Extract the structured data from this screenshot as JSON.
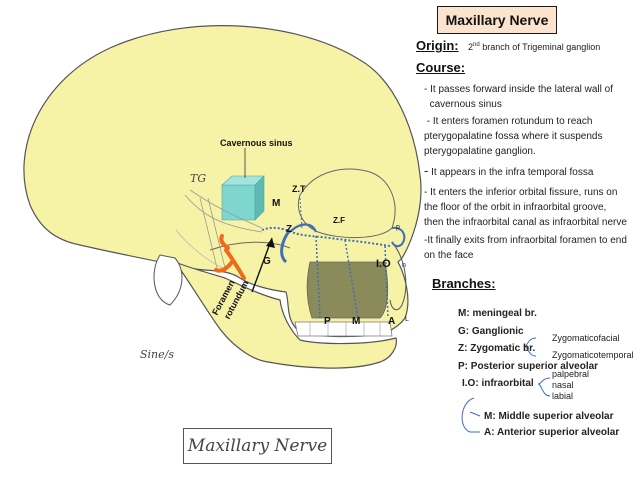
{
  "title": "Maxillary Nerve",
  "origin": {
    "label": "Origin:",
    "sup": "nd",
    "num": "2",
    "text": " branch of Trigeminal ganglion"
  },
  "course": {
    "label": "Course:",
    "items": [
      {
        "bullet": "-",
        "lines": [
          "It passes forward inside the lateral wall of",
          "cavernous  sinus"
        ]
      },
      {
        "bullet": "-",
        "lines": [
          "It enters foramen rotundum to reach",
          "pterygopalatine fossa where it suspends",
          "pterygopalatine ganglion."
        ]
      },
      {
        "bullet": "-",
        "lines": [
          "It appears in the infra temporal fossa"
        ]
      },
      {
        "bullet": "-",
        "lines": [
          "It enters the inferior orbital fissure, runs on",
          "the floor of the orbit in infraorbital groove,",
          "then the infraorbital canal as infraorbital nerve"
        ]
      },
      {
        "bullet": "-",
        "lines": [
          "It finally exits from infraorbital foramen to end",
          "on the face"
        ]
      }
    ]
  },
  "branches": {
    "label": "Branches:",
    "meningeal": "M: meningeal br.",
    "ganglionic": "G: Ganglionic",
    "zygomatic": "Z: Zygomatic br.",
    "zygo_sub": [
      "Zygomaticofacial",
      "Zygomaticotemporal"
    ],
    "posterior": "P: Posterior superior alveolar",
    "infraorbital": "I.O:  infraorbital",
    "io_sub": [
      "palpebral",
      "nasal",
      "labial"
    ],
    "middle": "M: Middle superior alveolar",
    "anterior": "A: Anterior superior alveolar"
  },
  "diagram_labels": {
    "cavernous_sinus": "Cavernous sinus",
    "tg": "TG",
    "zt": "Z.T",
    "m_top": "M",
    "z": "Z",
    "zf": "Z.F",
    "g": "G",
    "io": "I.O",
    "p": "P",
    "m": "M",
    "a": "A",
    "l": "L",
    "p_small": "p",
    "n_small": "n",
    "foramen": "Foramen",
    "rotundum": "rotundum",
    "signature": "Sine/s"
  },
  "caption": "Maxillary Nerve",
  "colors": {
    "skull_fill": "#f7f3a6",
    "cube": "#7fd6cf",
    "nerve_orange": "#f06a1a",
    "nerve_blue": "#3f6fb8",
    "palate": "#8b8a5a",
    "title_bg": "#fbe3ce"
  }
}
